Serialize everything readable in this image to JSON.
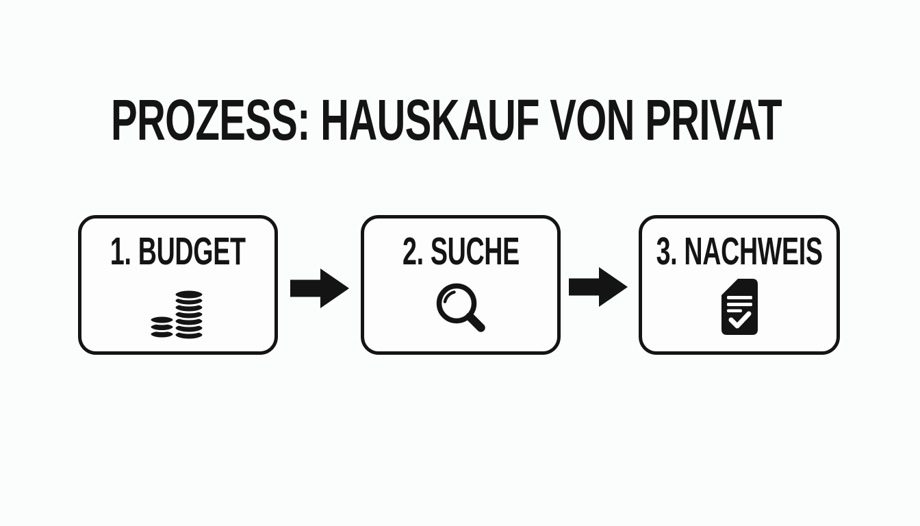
{
  "title": "PROZESS: HAUSKAUF VON PRIVAT",
  "colors": {
    "ink": "#141414",
    "background": "#fbfcfc",
    "box_fill": "#fdfdfd"
  },
  "steps": [
    {
      "label": "1. BUDGET",
      "icon": "coins-icon"
    },
    {
      "label": "2. SUCHE",
      "icon": "search-icon"
    },
    {
      "label": "3. NACHWEIS",
      "icon": "document-check-icon"
    }
  ],
  "connectors": [
    {
      "icon": "arrow-right-icon"
    },
    {
      "icon": "arrow-right-icon"
    }
  ]
}
